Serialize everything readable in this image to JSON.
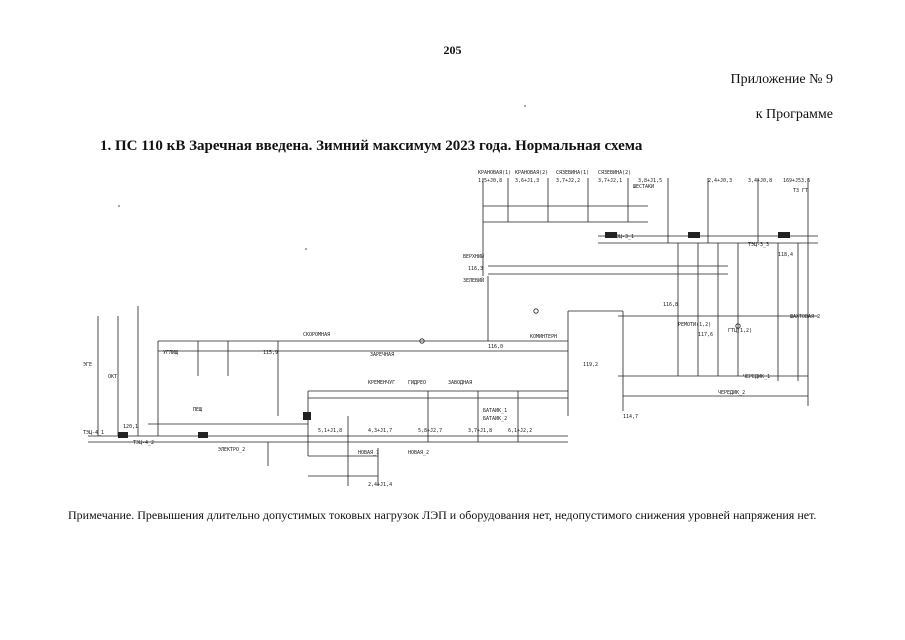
{
  "page": {
    "number": "205",
    "appendix": "Приложение № 9",
    "program": "к Программе",
    "title": "1. ПС 110 кВ Заречная введена. Зимний максимум 2023 года. Нормальная схема",
    "note": "Примечание. Превышения длительно допустимых токовых нагрузок ЛЭП и оборудования нет, недопустимого снижения уровней напряжения нет."
  },
  "diagram": {
    "top_loads": [
      "КРАНОВАЯ(1)",
      "КРАНОВАЯ(2)",
      "СЯЗЕВИНА(1)",
      "СЯЗЕВИНА(2)",
      "ШЕСТАКИ"
    ],
    "top_values": [
      "1,5+J0,8",
      "3,6+J1,3",
      "3,7+J2,2",
      "3,7+J2,1",
      "3,8+J1,5",
      "2,4+J0,3",
      "3,4+J0,8",
      "169+J53,6"
    ],
    "right_labels": [
      "Т3 ГТ",
      "ЧЕРЕДИК_2",
      "ЧЕРЕДИК_1",
      "ТЭЦ-3_1",
      "ТЭЦ-3_3",
      "РЕМОТИ(1,2)",
      "ГТЦ(1,2)",
      "ШАХТОВАЯ 2"
    ],
    "mid_labels": [
      "СКОРОМНАЯ",
      "ЗАРЕЧНАЯ",
      "КОМИНТЕРН",
      "ЗЕЛЕВИЙ",
      "ВЕРХНИЙ",
      "БАТАИК_1",
      "БАТАИК_2"
    ],
    "left_labels": [
      "ТЭЦ-4_1",
      "ТЭЦ-4_2",
      "ЭГЕ",
      "ОКТ",
      "УГЛИЩ",
      "ПЕЩ"
    ],
    "bottom_labels": [
      "ЭЛЕКТРО_2",
      "КРЕМЕНЧУГ",
      "ГИДРЕО",
      "ЗАВОДНАЯ",
      "НОВАЯ_1",
      "НОВАЯ_2"
    ],
    "bottom_values": [
      "5,1+J1,8",
      "4,3+J1,7",
      "5,8+J2,7",
      "3,7+J1,8",
      "6,1+J2,2",
      "2,4+J1,4"
    ],
    "numbers": [
      "120,1",
      "116,3",
      "115,9",
      "116,0",
      "116,8",
      "117,6",
      "118,4",
      "119,2",
      "114,7"
    ]
  }
}
